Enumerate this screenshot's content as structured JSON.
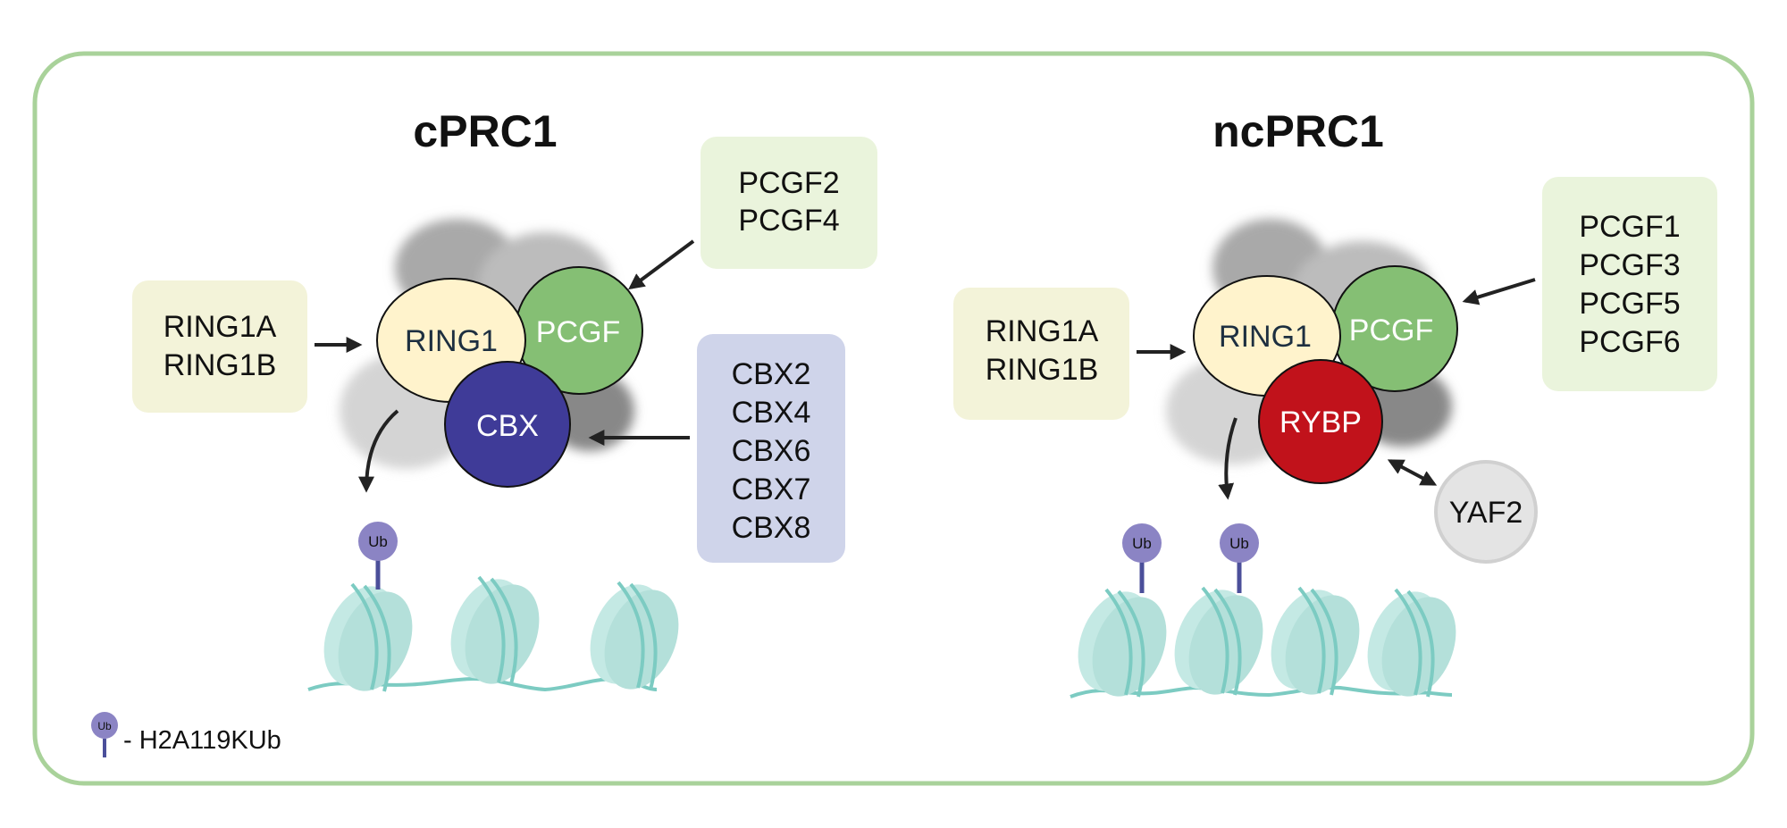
{
  "panels": {
    "cprc1": {
      "title": "cPRC1",
      "ring1_options": [
        "RING1A",
        "RING1B"
      ],
      "pcgf_options": [
        "PCGF2",
        "PCGF4"
      ],
      "cbx_options": [
        "CBX2",
        "CBX4",
        "CBX6",
        "CBX7",
        "CBX8"
      ],
      "subunits": {
        "ring1": "RING1",
        "pcgf": "PCGF",
        "cbx": "CBX"
      },
      "ub_marks": [
        "Ub"
      ]
    },
    "ncprc1": {
      "title": "ncPRC1",
      "ring1_options": [
        "RING1A",
        "RING1B"
      ],
      "pcgf_options": [
        "PCGF1",
        "PCGF3",
        "PCGF5",
        "PCGF6"
      ],
      "subunits": {
        "ring1": "RING1",
        "pcgf": "PCGF",
        "rybp": "RYBP"
      },
      "partner": "YAF2",
      "ub_marks": [
        "Ub",
        "Ub"
      ]
    }
  },
  "legend": {
    "icon_label": "Ub",
    "text": "- H2A119KUb"
  },
  "colors": {
    "frame": "#a9d29a",
    "ring1_fill": "#fff3cc",
    "pcgf_fill": "#85bf74",
    "cbx_fill": "#3f3b98",
    "rybp_fill": "#c1121b",
    "ring1_box": "#f3f3d9",
    "pcgf_box": "#eaf4dc",
    "cbx_box": "#cfd4ea",
    "ub": "#8b84c4",
    "ub_stem": "#4b4f9a",
    "nucleosome": "#bfe6e1",
    "nucleosome_line": "#7ccbc2"
  }
}
